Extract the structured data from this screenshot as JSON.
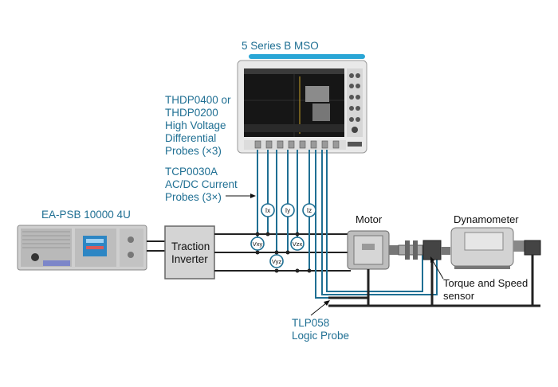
{
  "labels": {
    "scope": "5 Series B MSO",
    "hv_probe": [
      "THDP0400 or",
      "THDP0200",
      "High Voltage",
      "Differential",
      "Probes (×3)"
    ],
    "current_probe": [
      "TCP0030A",
      "AC/DC Current",
      "Probes (3×)"
    ],
    "power_supply": "EA-PSB 10000 4U",
    "inverter": [
      "Traction",
      "Inverter"
    ],
    "motor": "Motor",
    "dynamometer": "Dynamometer",
    "sensor": [
      "Torque and Speed",
      "sensor"
    ],
    "logic_probe": [
      "TLP058",
      "Logic Probe"
    ]
  },
  "probes": {
    "current": [
      "Ix",
      "Iy",
      "Iz"
    ],
    "voltage": [
      "Vxy",
      "Vyz",
      "Vzx"
    ]
  },
  "colors": {
    "probe_wire": "#1f6f93",
    "label_blue": "#1f6f93",
    "bus": "#222222",
    "inverter_fill": "#d4d4d4",
    "scope_handle": "#2aa6d6"
  }
}
